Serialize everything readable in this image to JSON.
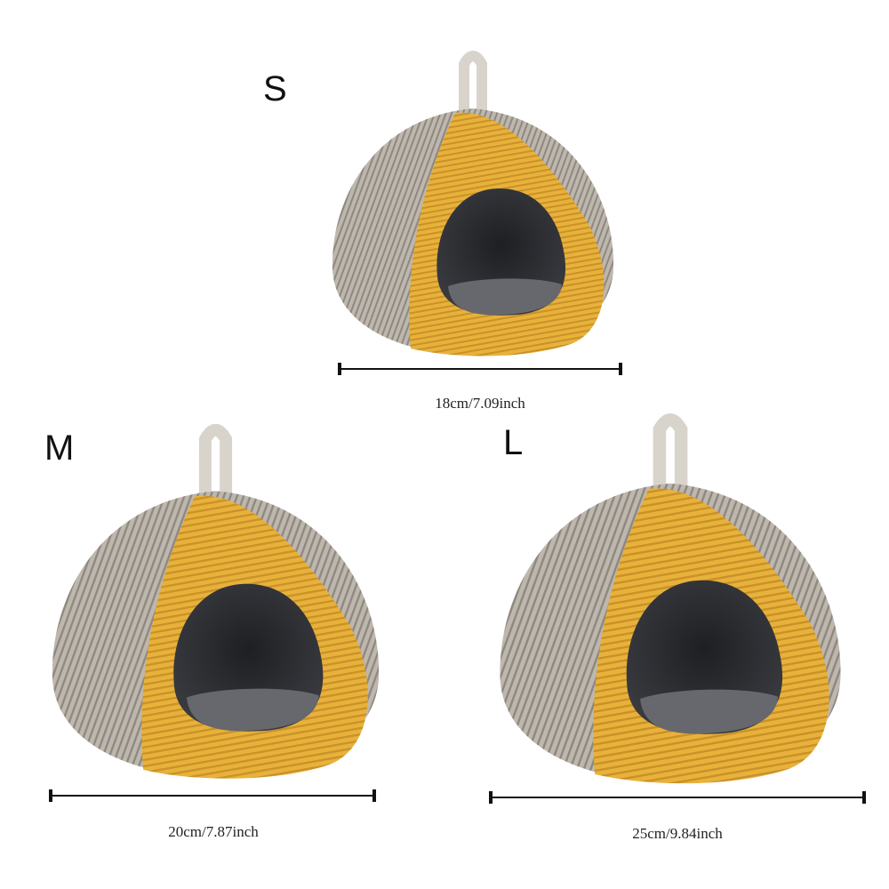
{
  "products": [
    {
      "size": "S",
      "dimension": "18cm/7.09inch"
    },
    {
      "size": "M",
      "dimension": "20cm/7.87inch"
    },
    {
      "size": "L",
      "dimension": "25cm/9.84inch"
    }
  ],
  "colors": {
    "yellow": "#e9b33a",
    "gray": "#b7b0a6",
    "dark": "#2e2f33",
    "cushion": "#6e7075",
    "loop": "#d8d4cc"
  }
}
